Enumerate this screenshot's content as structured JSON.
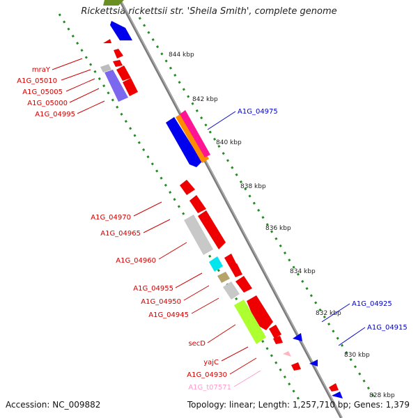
{
  "title": "Rickettsia rickettsii str. 'Sheila Smith', complete genome",
  "footer": {
    "accession": "Accession: NC_009882",
    "summary": "Topology: linear; Length: 1,257,710 bp; Genes: 1,379"
  },
  "ruler_labels": [
    "844 kbp",
    "842 kbp",
    "840 kbp",
    "838 kbp",
    "836 kbp",
    "834 kbp",
    "832 kbp",
    "830 kbp",
    "828 kbp"
  ],
  "gene_labels": {
    "left": [
      "mraY",
      "A1G_05010",
      "A1G_05005",
      "A1G_05000",
      "A1G_04995",
      "A1G_04970",
      "A1G_04965",
      "A1G_04960",
      "A1G_04955",
      "A1G_04950",
      "A1G_04945",
      "secD",
      "yajC",
      "A1G_04930",
      "A1G_t07571"
    ],
    "right": [
      "A1G_04975",
      "A1G_04925",
      "A1G_04915"
    ]
  },
  "colors": {
    "forward_label": "#0000cc",
    "reverse_label": "#cc0000",
    "trna_label": "#ff99cc",
    "backbone": "#888888",
    "ruler": "#228b22"
  }
}
